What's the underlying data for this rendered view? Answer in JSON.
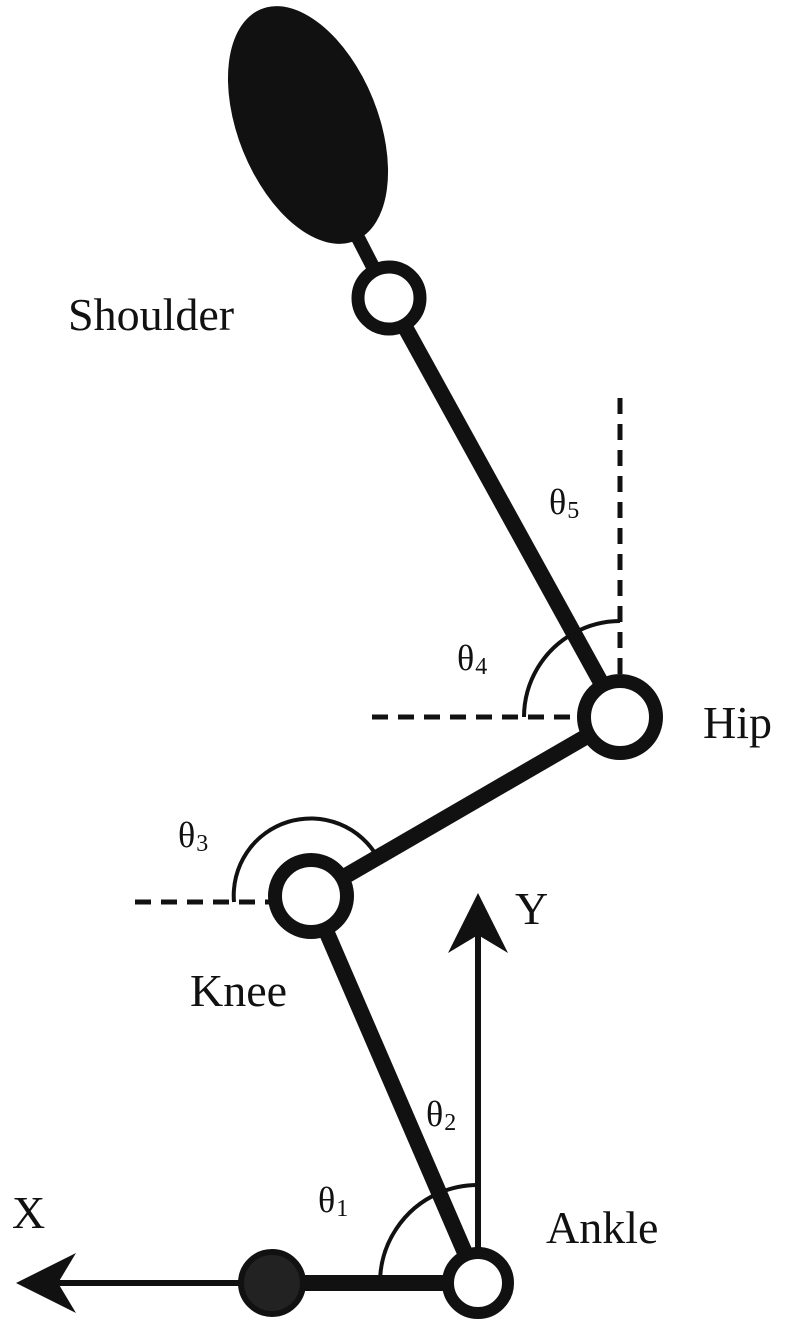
{
  "labels": {
    "shoulder": "Shoulder",
    "hip": "Hip",
    "knee": "Knee",
    "ankle": "Ankle",
    "x_axis": "X",
    "y_axis": "Y"
  },
  "angles": {
    "theta1": {
      "symbol": "θ",
      "index": "1"
    },
    "theta2": {
      "symbol": "θ",
      "index": "2"
    },
    "theta3": {
      "symbol": "θ",
      "index": "3"
    },
    "theta4": {
      "symbol": "θ",
      "index": "4"
    },
    "theta5": {
      "symbol": "θ",
      "index": "5"
    }
  },
  "colors": {
    "ink": "#111111",
    "joint_fill": "#ffffff",
    "foot_mass": "#222222",
    "background": "#ffffff"
  }
}
